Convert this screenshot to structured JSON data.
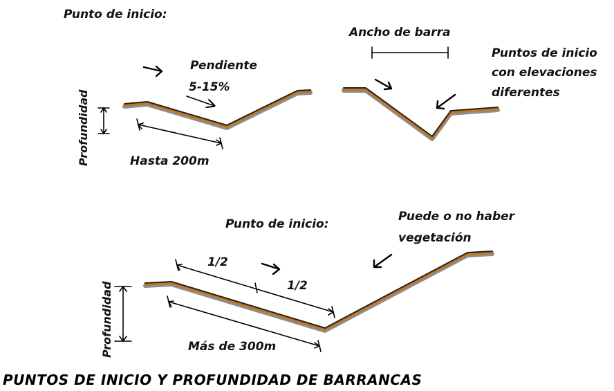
{
  "labels": {
    "start_point_1": "Punto de inicio:",
    "slope": "Pendiente",
    "slope_range": "5-15%",
    "depth_1": "Profundidad",
    "up_to": "Hasta 200m",
    "bar_width": "Ancho de barra",
    "start_points_multi_line1": "Puntos de inicio",
    "start_points_multi_line2": "con elevaciones",
    "start_points_multi_line3": "diferentes",
    "start_point_2": "Punto de inicio:",
    "vegetation_line1": "Puede o no haber",
    "vegetation_line2": "vegetación",
    "half_1": "1/2",
    "half_2": "1/2",
    "depth_2": "Profundidad",
    "more_than": "Más de 300m"
  },
  "caption": "PUNTOS DE INICIO Y PROFUNDIDAD DE BARRANCAS",
  "colors": {
    "terrain_soil": "#c8741a",
    "terrain_shadow": "#8a8f98",
    "ink": "#000000"
  }
}
